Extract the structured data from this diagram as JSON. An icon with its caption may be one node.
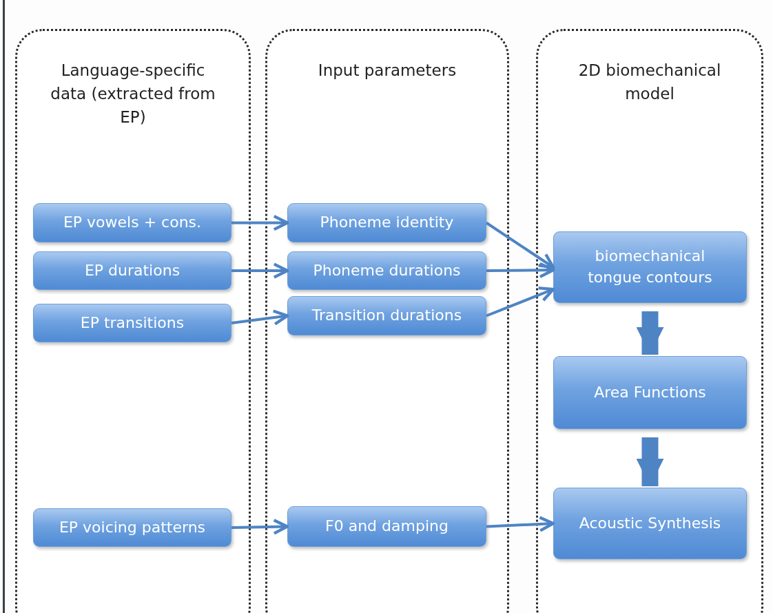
{
  "diagram": {
    "nodes": [
      {
        "text": [
          "Language-specific data (extracted from EP)"
        ]
      },
      {
        "text": [
          "EP vowels + cons."
        ],
        "in": 0
      },
      {
        "text": [
          "EP durations"
        ],
        "in": 0
      },
      {
        "text": [
          "EP transitions"
        ],
        "in": 0
      },
      {
        "text": [
          "EP voicing patterns"
        ],
        "in": 0
      },
      {
        "text": [
          "Input parameters"
        ]
      },
      {
        "text": [
          "Phoneme identity"
        ],
        "in": 5
      },
      {
        "text": [
          "Phoneme durations"
        ],
        "in": 5
      },
      {
        "text": [
          "Transition durations"
        ],
        "in": 5
      },
      {
        "text": [
          "F0 and damping"
        ],
        "in": 5
      },
      {
        "text": [
          "2D biomechanical model"
        ]
      },
      {
        "text": [
          "biomechanical tongue contours"
        ],
        "in": 10
      },
      {
        "text": [
          "Area Functions"
        ],
        "in": 10
      },
      {
        "text": [
          "Acoustic Synthesis"
        ],
        "in": 10
      }
    ],
    "edges": [
      {
        "from": 1,
        "to": 6,
        "arrow": "to"
      },
      {
        "from": 2,
        "to": 7,
        "arrow": "to"
      },
      {
        "from": 3,
        "to": 8,
        "arrow": "to"
      },
      {
        "from": 4,
        "to": 9,
        "arrow": "to"
      },
      {
        "from": 6,
        "to": 11,
        "arrow": "to"
      },
      {
        "from": 7,
        "to": 11,
        "arrow": "to"
      },
      {
        "from": 8,
        "to": 11,
        "arrow": "to"
      },
      {
        "from": 9,
        "to": 13,
        "arrow": "to"
      },
      {
        "from": 11,
        "to": 12,
        "arrow": "to",
        "style": "thick"
      },
      {
        "from": 12,
        "to": 13,
        "arrow": "to",
        "style": "thick"
      }
    ]
  }
}
